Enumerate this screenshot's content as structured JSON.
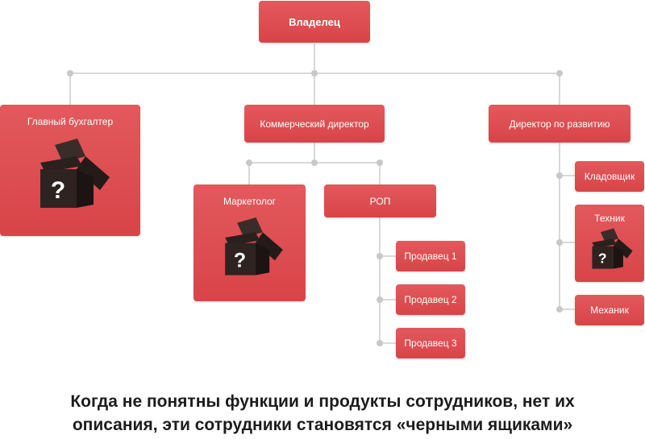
{
  "nodes": {
    "owner": "Владелец",
    "chief_accountant": "Главный бухгалтер",
    "commercial_director": "Коммерческий директор",
    "development_director": "Директор по развитию",
    "marketer": "Маркетолог",
    "rop": "РОП",
    "seller_1": "Продавец 1",
    "seller_2": "Продавец 2",
    "seller_3": "Продавец 3",
    "storekeeper": "Кладовщик",
    "technician": "Техник",
    "mechanic": "Механик"
  },
  "black_box_symbol": "?",
  "caption": {
    "line1": "Когда не понятны функции и продукты сотрудников, нет их",
    "line2": "описания, эти сотрудники становятся «черными ящиками»"
  },
  "colors": {
    "node_fill": "#dc4d51",
    "connector": "#d9d9d9",
    "box": "#2e2321"
  },
  "icons": [
    "black-box-icon"
  ]
}
